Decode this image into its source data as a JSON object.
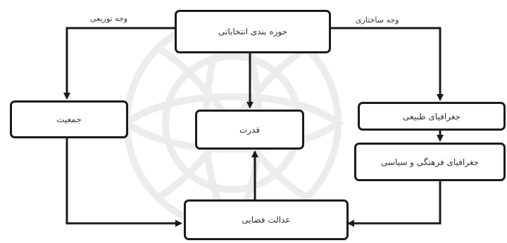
{
  "diagram": {
    "nodes": {
      "districting": "حوزه بندی انتخاباتی",
      "population": "جمعیت",
      "power": "قدرت",
      "natural_geography": "جغرافیای طبیعی",
      "cultural_political_geography": "جغرافیای فرهنگی و سیاسی",
      "spatial_justice": "عدالت فضایی"
    },
    "edge_labels": {
      "distributional": "وجه توزیعی",
      "structural": "وجه ساختاری"
    },
    "colors": {
      "stroke": "#1a1a1a",
      "watermark": "#e6e6e6"
    }
  }
}
